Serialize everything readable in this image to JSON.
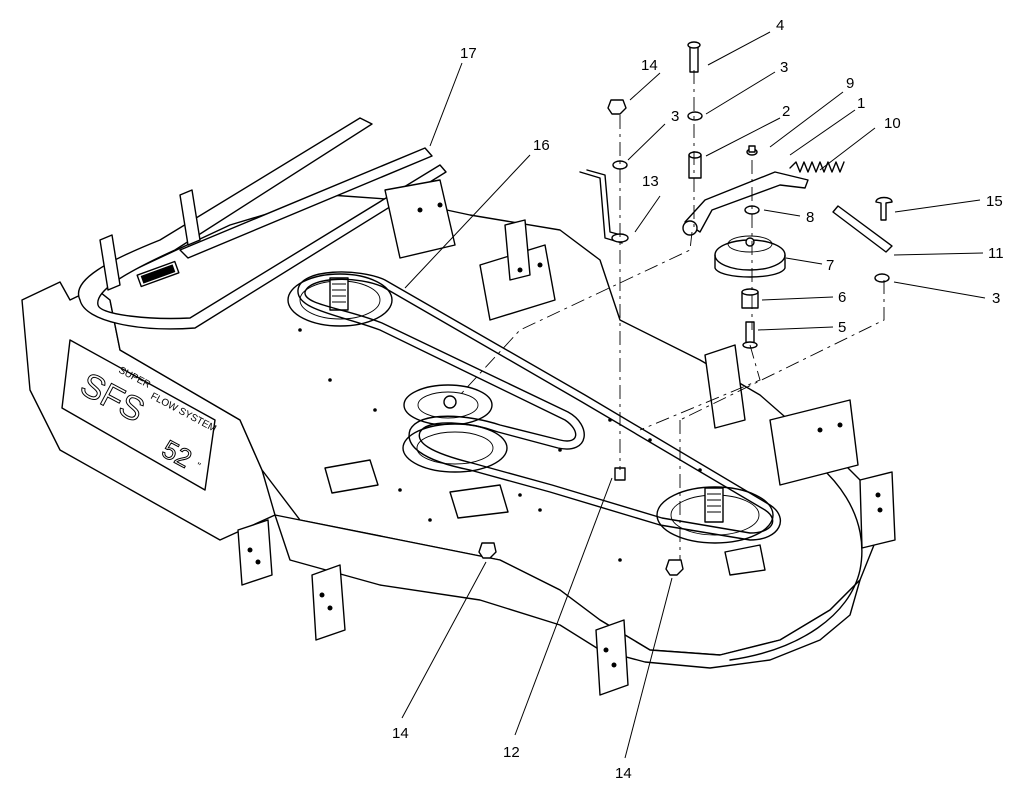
{
  "decal": {
    "brand_big": "SFS",
    "line1": "SUPER",
    "line2": "FLOW SYSTEM",
    "size": "52",
    "size_unit": "\""
  },
  "callouts": [
    {
      "id": "c17",
      "label": "17"
    },
    {
      "id": "c16",
      "label": "16"
    },
    {
      "id": "c14a",
      "label": "14"
    },
    {
      "id": "c3a",
      "label": "3"
    },
    {
      "id": "c13",
      "label": "13"
    },
    {
      "id": "c4",
      "label": "4"
    },
    {
      "id": "c3b",
      "label": "3"
    },
    {
      "id": "c2",
      "label": "2"
    },
    {
      "id": "c9",
      "label": "9"
    },
    {
      "id": "c1",
      "label": "1"
    },
    {
      "id": "c10",
      "label": "10"
    },
    {
      "id": "c8",
      "label": "8"
    },
    {
      "id": "c7",
      "label": "7"
    },
    {
      "id": "c6",
      "label": "6"
    },
    {
      "id": "c5",
      "label": "5"
    },
    {
      "id": "c15",
      "label": "15"
    },
    {
      "id": "c11",
      "label": "11"
    },
    {
      "id": "c3c",
      "label": "3"
    },
    {
      "id": "c14b",
      "label": "14"
    },
    {
      "id": "c12",
      "label": "12"
    },
    {
      "id": "c14c",
      "label": "14"
    }
  ]
}
